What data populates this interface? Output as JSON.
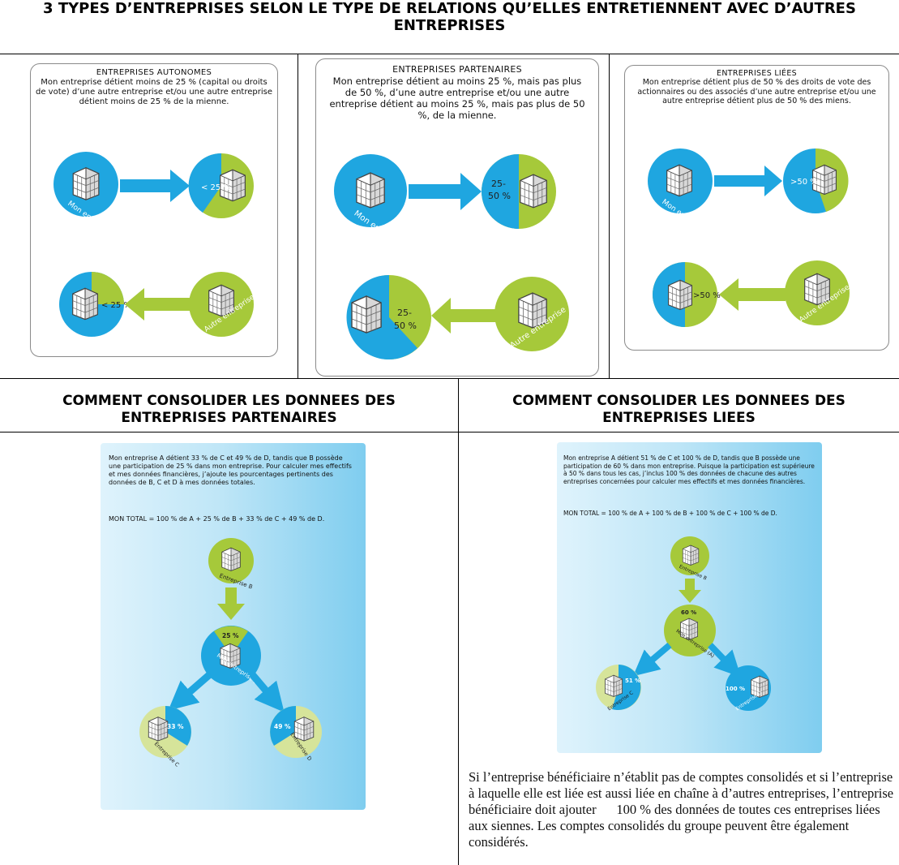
{
  "main_title": "3 TYPES D’ENTREPRISES SELON LE TYPE DE RELATIONS QU’ELLES ENTRETIENNENT AVEC D’AUTRES ENTREPRISES",
  "colors": {
    "blue": "#1fa6e0",
    "green": "#a6c93a",
    "light_green": "#d6e49a"
  },
  "cards": [
    {
      "title": "ENTREPRISES AUTONOMES",
      "description": "Mon entreprise détient moins de 25 % (capital ou droits de vote) d’une autre entreprise et/ou une autre entreprise détient moins de 25 % de la mienne.",
      "top_pct": "< 25 %",
      "bottom_pct": "< 25 %",
      "mon_label": "Mon entreprise",
      "autre_label": "Autre entreprise"
    },
    {
      "title": "ENTREPRISES PARTENAIRES",
      "description": "Mon entreprise détient au moins 25 %, mais pas plus de 50 %, d’une autre entreprise et/ou une autre entreprise détient au moins 25 %, mais pas plus de 50 %, de la mienne.",
      "top_pct_1": "25-",
      "top_pct_2": "50 %",
      "bottom_pct_1": "25-",
      "bottom_pct_2": "50 %",
      "mon_label": "Mon entreprise",
      "autre_label": "Autre entreprise"
    },
    {
      "title": "ENTREPRISES LIÉES",
      "description": "Mon entreprise détient plus de 50 % des droits de vote des actionnaires ou des associés d’une autre entreprise et/ou une autre entreprise détient plus de 50 % des miens.",
      "top_pct": ">50 %",
      "bottom_pct": ">50 %",
      "mon_label": "Mon entreprise",
      "autre_label": "Autre entreprise"
    }
  ],
  "section_left": {
    "heading_1": "COMMENT CONSOLIDER LES DONNEES DES",
    "heading_2": "ENTREPRISES PARTENAIRES",
    "text": "Mon entreprise A détient 33 % de C et 49 % de D, tandis que B possède une participation de 25 % dans mon entreprise. Pour calculer mes effectifs et mes données financières, j’ajoute les pourcentages pertinents des données de B, C et D à mes données totales.",
    "total": "MON TOTAL = 100 % de A + 25 % de B + 33 % de C + 49 % de D.",
    "node_b": "Entreprise B",
    "node_a": "Mon entreprise (A)",
    "node_c": "Entreprise C",
    "node_d": "Entreprise D",
    "pct_a": "25 %",
    "pct_c": "33 %",
    "pct_d": "49 %"
  },
  "section_right": {
    "heading_1": "COMMENT CONSOLIDER LES DONNEES DES",
    "heading_2": "ENTREPRISES LIEES",
    "text": "Mon entreprise A détient 51 % de C et 100 % de D, tandis que B possède une participation de 60 % dans mon entreprise. Puisque la participation est supérieure à 50 % dans tous les cas, j’inclus 100 % des données de chacune des autres entreprises concernées pour calculer mes effectifs et mes données financières.",
    "total": "MON TOTAL = 100 % de A + 100 % de B + 100 % de C + 100 % de D.",
    "node_b": "Entreprise B",
    "node_a": "Mon entreprise (A)",
    "node_c": "Entreprise C",
    "node_d": "Entreprise D",
    "pct_a": "60 %",
    "pct_c": "51 %",
    "pct_d": "100 %"
  },
  "final_paragraph": "Si l’entreprise bénéficiaire n’établit pas de comptes consolidés et si l’entreprise à laquelle elle est liée est aussi liée en chaîne à d’autres entreprises, l’entreprise bénéficiaire doit ajouter      100 % des données de toutes ces entreprises liées aux siennes. Les comptes consolidés du groupe peuvent être également considérés."
}
